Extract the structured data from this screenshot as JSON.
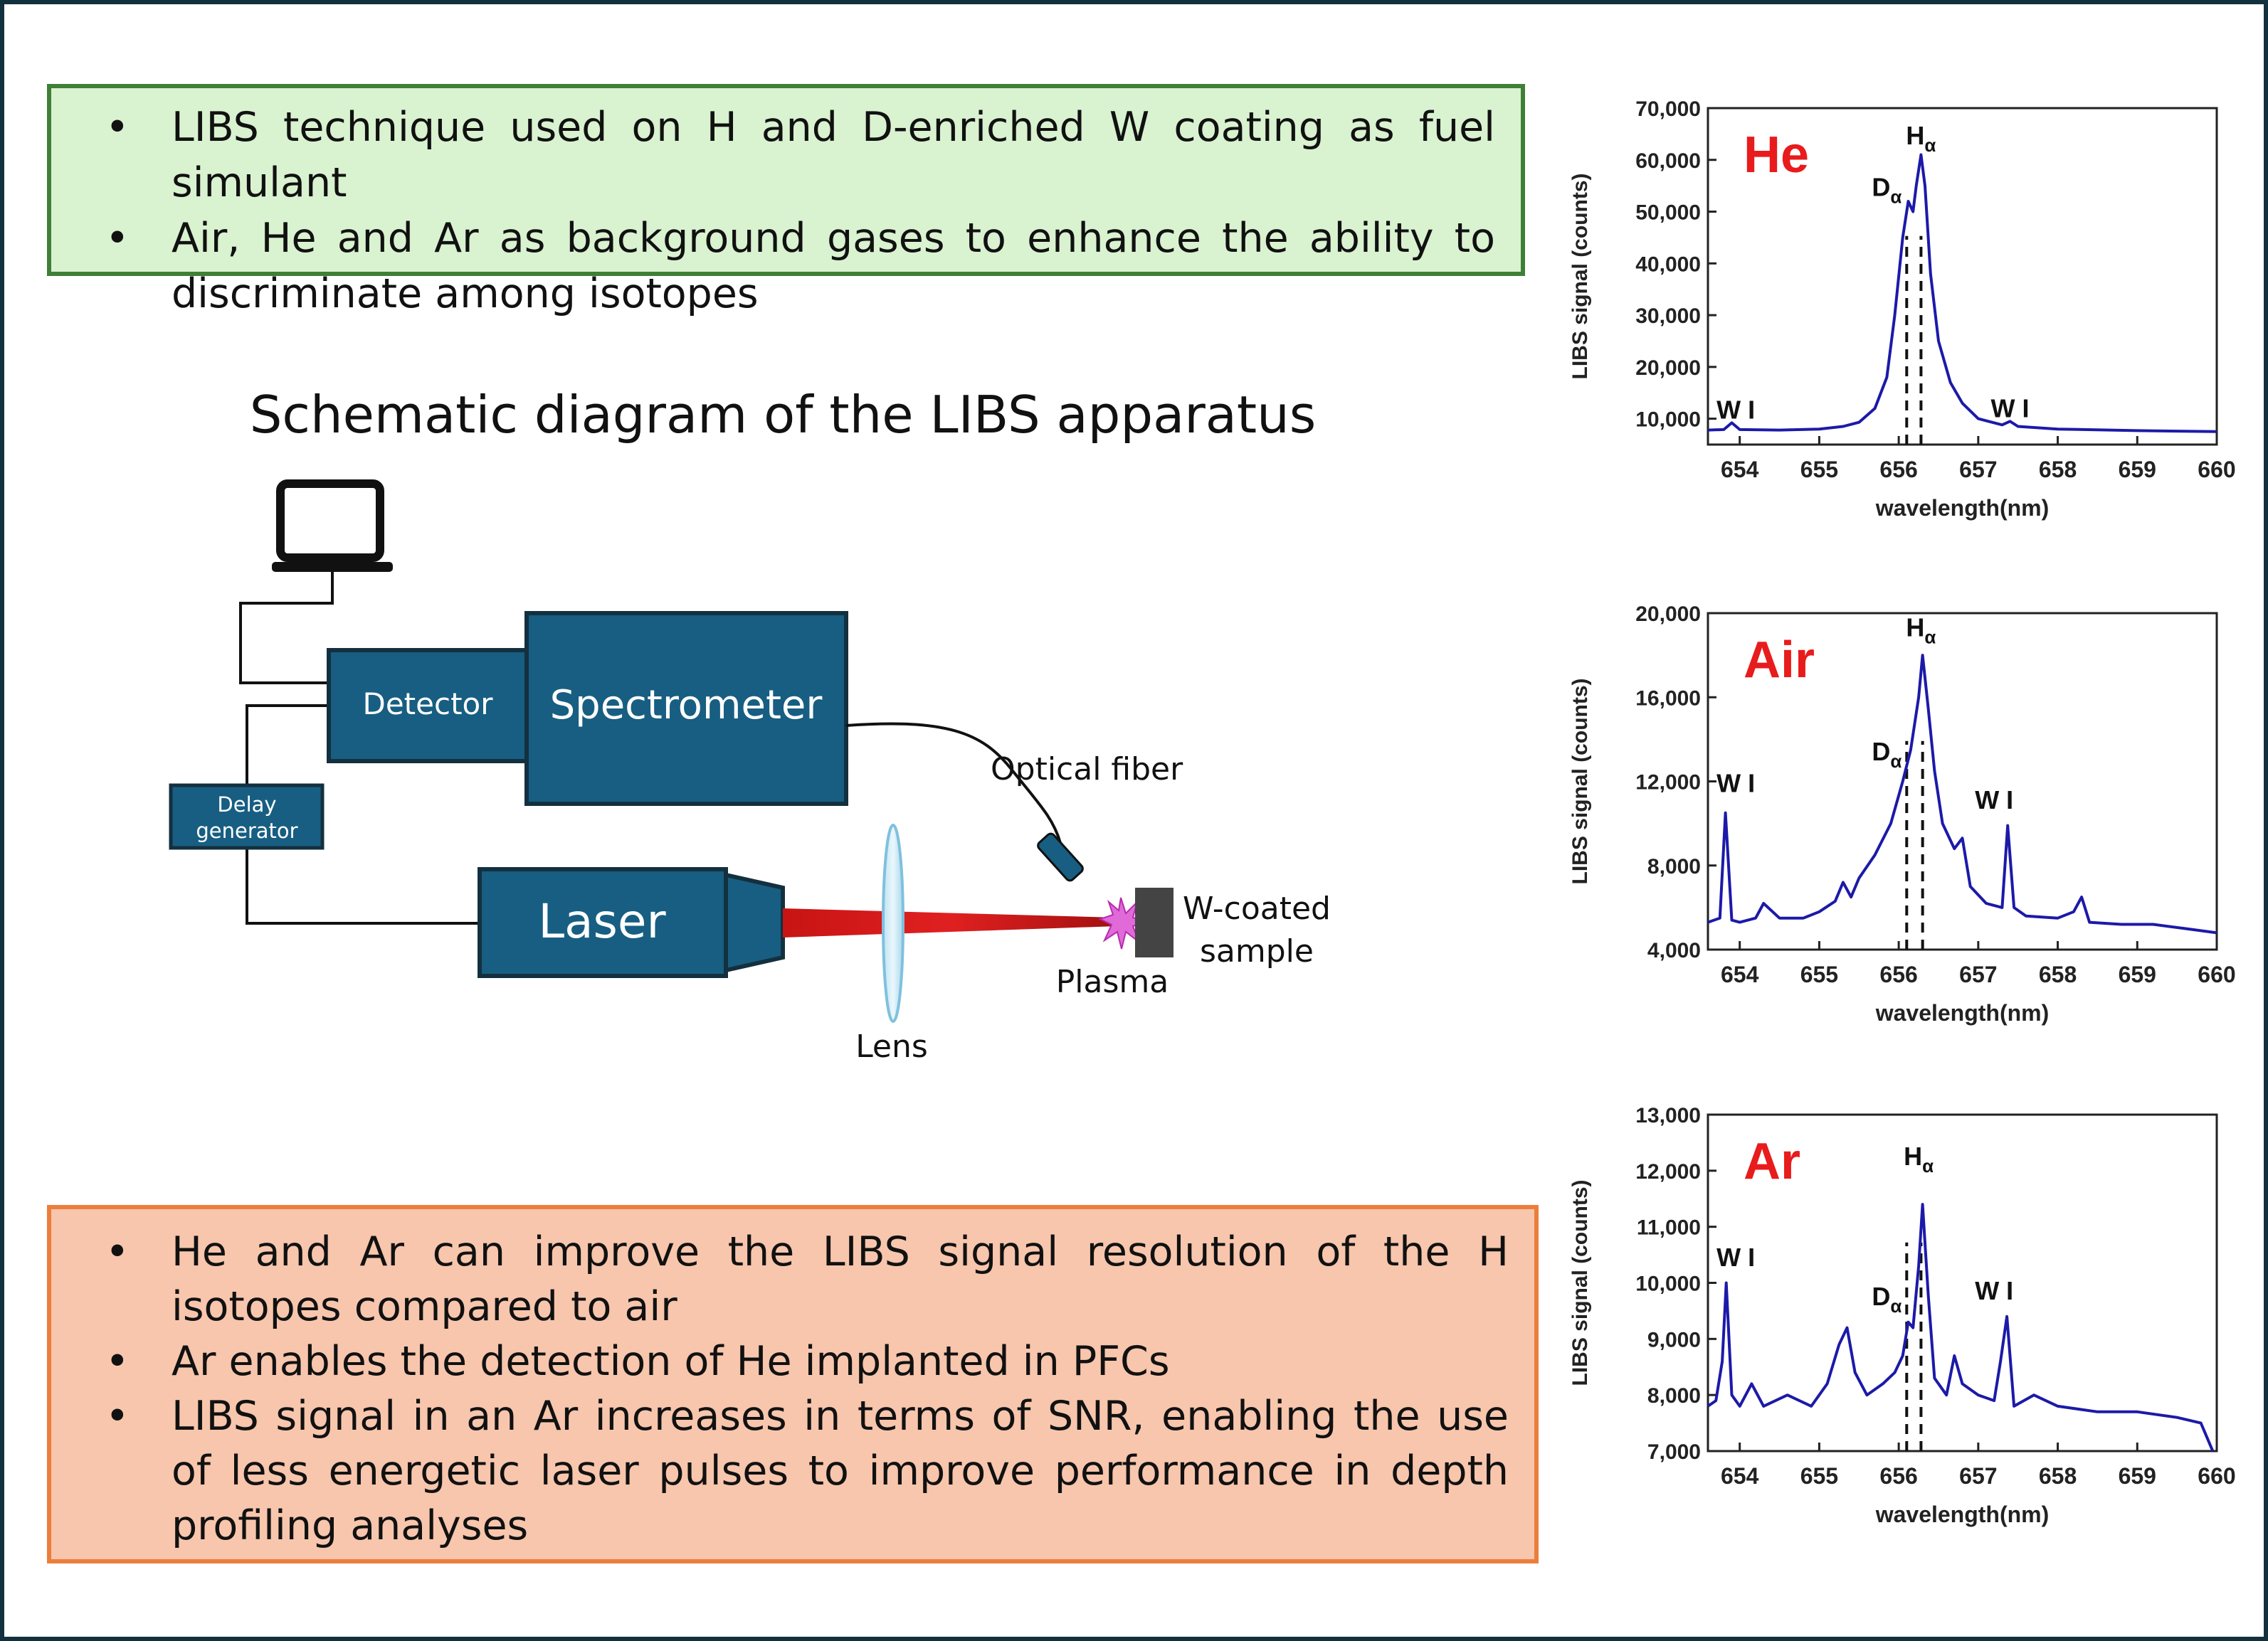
{
  "top_box": {
    "bullets": [
      "LIBS technique used on H and D-enriched W coating as fuel simulant",
      "Air, He and Ar as background gases to enhance the ability to discriminate among isotopes"
    ]
  },
  "bottom_box": {
    "bullets": [
      "He and Ar can improve the LIBS signal resolution of the H isotopes compared to air",
      "Ar enables the detection of He implanted in PFCs",
      "LIBS signal in an Ar increases in terms of SNR, enabling the use of less energetic laser pulses to improve performance in depth profiling analyses"
    ]
  },
  "diagram": {
    "title": "Schematic diagram of the LIBS apparatus",
    "detector": "Detector",
    "spectrometer": "Spectrometer",
    "delay_line1": "Delay",
    "delay_line2": "generator",
    "laser": "Laser",
    "optical_fiber": "Optical fiber",
    "lens": "Lens",
    "plasma": "Plasma",
    "sample_line1": "W-coated",
    "sample_line2": "sample",
    "icons": [
      "laptop-icon",
      "plasma-spark-icon"
    ]
  },
  "chart_data": [
    {
      "type": "line",
      "gas_label": "He",
      "xlabel": "wavelength(nm)",
      "ylabel": "LIBS signal (counts)",
      "xlim": [
        653.6,
        660
      ],
      "ylim": [
        5000,
        70000
      ],
      "xticks": [
        654,
        655,
        656,
        657,
        658,
        659,
        660
      ],
      "xtick_labels": [
        "654",
        "655",
        "656",
        "657",
        "658",
        "659",
        "660"
      ],
      "yticks": [
        10000,
        20000,
        30000,
        40000,
        50000,
        60000,
        70000
      ],
      "ytick_labels": [
        "10,000",
        "20,000",
        "30,000",
        "40,000",
        "50,000",
        "60,000",
        "70,000"
      ],
      "annotations": [
        {
          "text": "H",
          "sub": "α",
          "x": 656.28,
          "y": 63000
        },
        {
          "text": "D",
          "sub": "α",
          "x": 655.85,
          "y": 53000
        },
        {
          "text": "W I",
          "x": 653.95,
          "y": 10000
        },
        {
          "text": "W I",
          "x": 657.4,
          "y": 10300
        }
      ],
      "dashed_lines": [
        656.1,
        656.28
      ],
      "x": [
        653.6,
        653.8,
        653.9,
        654.0,
        654.5,
        655.0,
        655.3,
        655.5,
        655.7,
        655.85,
        655.95,
        656.05,
        656.12,
        656.18,
        656.22,
        656.28,
        656.33,
        656.4,
        656.5,
        656.65,
        656.8,
        657.0,
        657.3,
        657.4,
        657.5,
        658.0,
        659.0,
        660.0
      ],
      "values": [
        7800,
        7900,
        9200,
        7900,
        7800,
        8000,
        8500,
        9300,
        12000,
        18000,
        30000,
        45000,
        52000,
        50000,
        55000,
        61000,
        55000,
        38000,
        25000,
        17000,
        13000,
        10000,
        8800,
        9500,
        8500,
        8000,
        7700,
        7500
      ],
      "line_color": "#1c1aa8",
      "gas_label_color": "#e81c1c"
    },
    {
      "type": "line",
      "gas_label": "Air",
      "xlabel": "wavelength(nm)",
      "ylabel": "LIBS signal (counts)",
      "xlim": [
        653.6,
        660
      ],
      "ylim": [
        4000,
        20000
      ],
      "xticks": [
        654,
        655,
        656,
        657,
        658,
        659,
        660
      ],
      "xtick_labels": [
        "654",
        "655",
        "656",
        "657",
        "658",
        "659",
        "660"
      ],
      "yticks": [
        4000,
        8000,
        12000,
        16000,
        20000
      ],
      "ytick_labels": [
        "4,000",
        "8,000",
        "12,000",
        "16,000",
        "20,000"
      ],
      "annotations": [
        {
          "text": "H",
          "sub": "α",
          "x": 656.28,
          "y": 18900
        },
        {
          "text": "D",
          "sub": "α",
          "x": 655.85,
          "y": 13000
        },
        {
          "text": "W I",
          "x": 653.95,
          "y": 11500
        },
        {
          "text": "W I",
          "x": 657.2,
          "y": 10700
        }
      ],
      "dashed_lines": [
        656.1,
        656.3
      ],
      "x": [
        653.6,
        653.75,
        653.82,
        653.9,
        654.0,
        654.2,
        654.3,
        654.5,
        654.8,
        655.0,
        655.2,
        655.3,
        655.4,
        655.5,
        655.7,
        655.9,
        656.05,
        656.15,
        656.25,
        656.3,
        656.37,
        656.45,
        656.55,
        656.7,
        656.8,
        656.9,
        657.1,
        657.3,
        657.37,
        657.45,
        657.6,
        658.0,
        658.2,
        658.3,
        658.4,
        658.8,
        659.2,
        659.6,
        660.0
      ],
      "values": [
        5300,
        5500,
        10500,
        5400,
        5300,
        5500,
        6200,
        5500,
        5500,
        5800,
        6300,
        7200,
        6500,
        7400,
        8500,
        10000,
        12000,
        13500,
        16000,
        18000,
        15500,
        12500,
        10000,
        8800,
        9300,
        7000,
        6200,
        6000,
        9900,
        6000,
        5600,
        5500,
        5800,
        6500,
        5300,
        5200,
        5200,
        5000,
        4800
      ],
      "line_color": "#1c1aa8",
      "gas_label_color": "#e81c1c"
    },
    {
      "type": "line",
      "gas_label": "Ar",
      "xlabel": "wavelength(nm)",
      "ylabel": "LIBS signal (counts)",
      "xlim": [
        653.6,
        660
      ],
      "ylim": [
        7000,
        13000
      ],
      "xticks": [
        654,
        655,
        656,
        657,
        658,
        659,
        660
      ],
      "xtick_labels": [
        "654",
        "655",
        "656",
        "657",
        "658",
        "659",
        "660"
      ],
      "yticks": [
        7000,
        8000,
        9000,
        10000,
        11000,
        12000,
        13000
      ],
      "ytick_labels": [
        "7,000",
        "8,000",
        "9,000",
        "10,000",
        "11,000",
        "12,000",
        "13,000"
      ],
      "annotations": [
        {
          "text": "H",
          "sub": "α",
          "x": 656.25,
          "y": 12100
        },
        {
          "text": "D",
          "sub": "α",
          "x": 655.85,
          "y": 9600
        },
        {
          "text": "W I",
          "x": 653.95,
          "y": 10300
        },
        {
          "text": "W I",
          "x": 657.2,
          "y": 9700
        }
      ],
      "dashed_lines": [
        656.1,
        656.28
      ],
      "x": [
        653.6,
        653.7,
        653.78,
        653.83,
        653.9,
        654.0,
        654.15,
        654.3,
        654.6,
        654.9,
        655.1,
        655.25,
        655.35,
        655.45,
        655.6,
        655.8,
        655.95,
        656.05,
        656.12,
        656.18,
        656.25,
        656.3,
        656.37,
        656.45,
        656.6,
        656.7,
        656.8,
        657.0,
        657.2,
        657.28,
        657.36,
        657.45,
        657.7,
        658.0,
        658.5,
        659.0,
        659.5,
        659.8,
        659.95
      ],
      "values": [
        7800,
        7900,
        8600,
        10000,
        8000,
        7800,
        8200,
        7800,
        8000,
        7800,
        8200,
        8900,
        9200,
        8400,
        8000,
        8200,
        8400,
        8700,
        9300,
        9200,
        10300,
        11400,
        9800,
        8300,
        8000,
        8700,
        8200,
        8000,
        7900,
        8600,
        9400,
        7800,
        8000,
        7800,
        7700,
        7700,
        7600,
        7500,
        7000
      ],
      "line_color": "#1c1aa8",
      "gas_label_color": "#e81c1c"
    }
  ]
}
